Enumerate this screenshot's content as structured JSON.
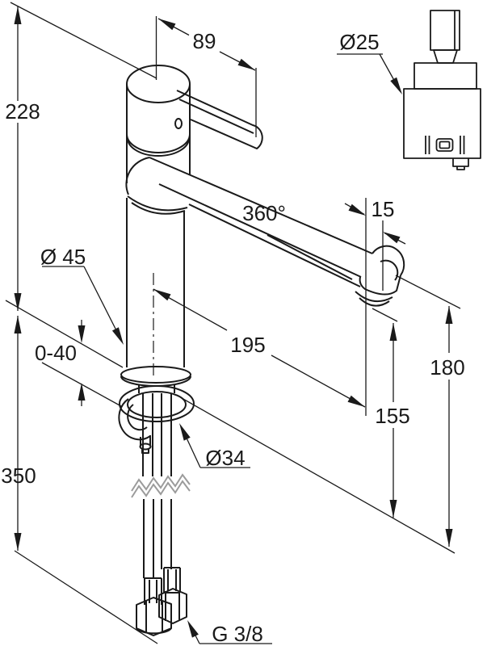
{
  "title": "Faucet dimensional drawing",
  "labels": {
    "total_height": "228",
    "handle_length": "89",
    "cartridge_diameter": "Ø25",
    "swivel_angle": "360°",
    "outlet_offset": "15",
    "body_diameter": "Ø 45",
    "mounting_range": "0-40",
    "spout_reach": "195",
    "spout_top_height": "180",
    "outlet_height": "155",
    "hose_length": "350",
    "shank_diameter": "Ø34",
    "connection_thread": "G 3/8"
  },
  "colors": {
    "line": "#1a1a1a",
    "break_mark": "#9b9b9b",
    "background": "#ffffff"
  }
}
